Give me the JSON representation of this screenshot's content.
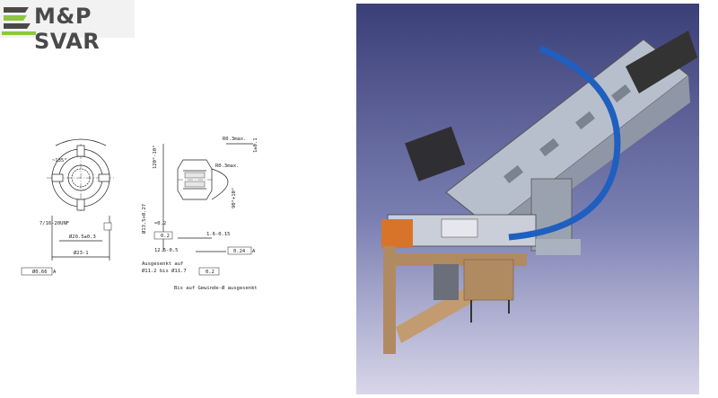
{
  "logo": {
    "text": "M&P SVAR",
    "colors": {
      "green": "#8dc63f",
      "gray": "#4a4a4a"
    }
  },
  "drawing": {
    "labels": {
      "angle_left": "~135°",
      "thread": "7/16-20UNF",
      "dia_inner": "Ø20.5±0.3",
      "dia_outer": "Ø23-1",
      "concentricity": "Ø0.66",
      "datum_a": "A",
      "r_top": "R0.3max.",
      "r_mid": "R0.3max.",
      "angle_120": "120°-10°",
      "dia_13": "Ø13.5+0.27",
      "approx_02": "≈0.2",
      "flat_02": "0.2",
      "len_16": "1.6-0.15",
      "len_125": "12.5-0.5",
      "perp_024": "0.24",
      "datum_a2": "A",
      "note_line1": "Ausgesenkt auf",
      "note_line2": "Ø11.2 bis Ø11.7",
      "par_02": "0.2",
      "note_bottom": "Bis auf Gewinde-Ø ausgesenkt",
      "angle_90": "90°+10°",
      "tol_1": "1±0.1"
    }
  },
  "render": {
    "colors": {
      "bg_top": "#3b3f78",
      "bg_bottom": "#d9d6ea",
      "rail": "#b8bfcc",
      "hose": "#1f5fbf",
      "orange": "#d8742a",
      "frame": "#b08b62"
    }
  }
}
